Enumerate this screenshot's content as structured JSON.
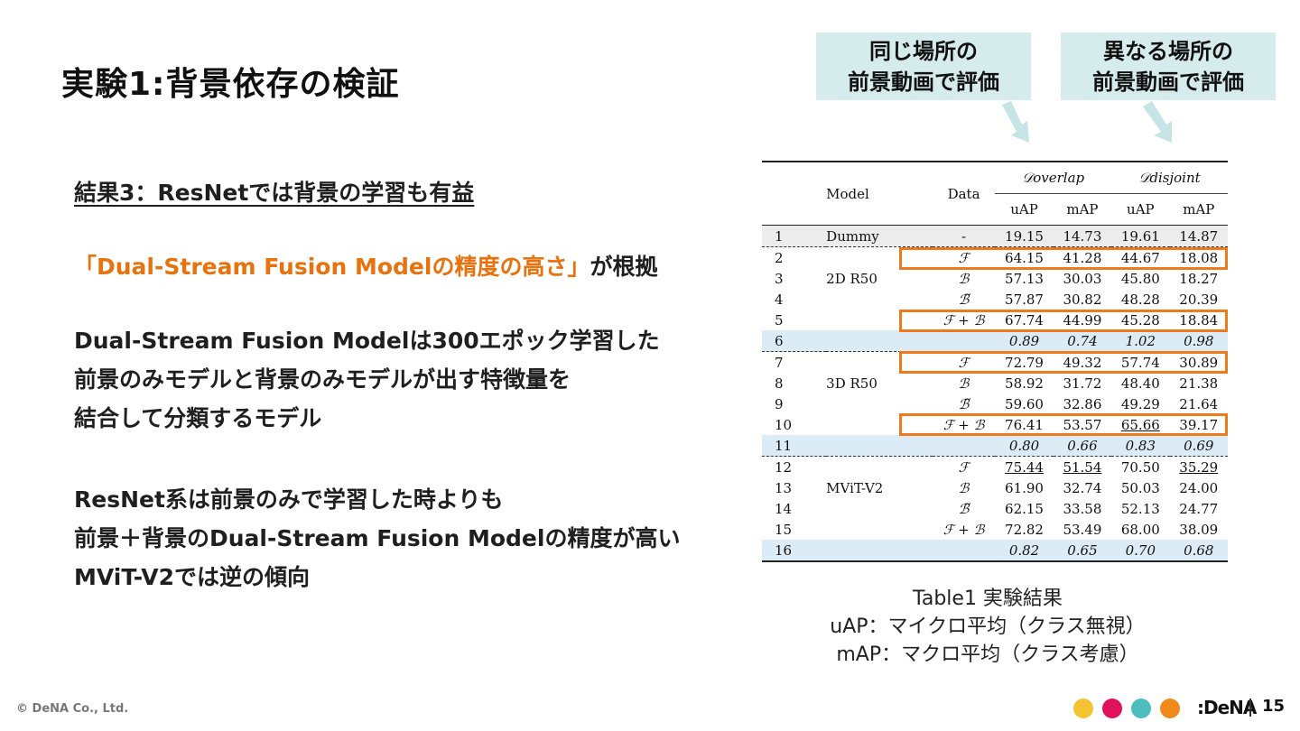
{
  "title": "実験1:背景依存の検証",
  "callouts": [
    {
      "line1": "同じ場所の",
      "line2": "前景動画で評価"
    },
    {
      "line1": "異なる場所の",
      "line2": "前景動画で評価"
    }
  ],
  "body": {
    "heading": "結果3：ResNetでは背景の学習も有益",
    "claim_orange": "「Dual-Stream Fusion Modelの精度の高さ」",
    "claim_rest": "が根拠",
    "para1": [
      "Dual-Stream Fusion Modelは300エポック学習した",
      "前景のみモデルと背景のみモデルが出す特徴量を",
      "結合して分類するモデル"
    ],
    "para2": [
      "ResNet系は前景のみで学習した時よりも",
      "前景＋背景のDual-Stream Fusion Modelの精度が高い",
      "MViT-V2では逆の傾向"
    ]
  },
  "table": {
    "headers": {
      "model": "Model",
      "data": "Data",
      "group1": "𝒟overlap",
      "group2": "𝒟disjoint",
      "uap": "uAP",
      "map": "mAP"
    },
    "rows": [
      {
        "idx": "1",
        "model": "Dummy",
        "data": "-",
        "v": [
          "19.15",
          "14.73",
          "19.61",
          "14.87"
        ]
      },
      {
        "idx": "2",
        "model": "",
        "data": "ℱ",
        "v": [
          "64.15",
          "41.28",
          "44.67",
          "18.08"
        ]
      },
      {
        "idx": "3",
        "model": "2D R50",
        "data": "ℬ",
        "v": [
          "57.13",
          "30.03",
          "45.80",
          "18.27"
        ]
      },
      {
        "idx": "4",
        "model": "",
        "data": "ℬ̃",
        "v": [
          "57.87",
          "30.82",
          "48.28",
          "20.39"
        ]
      },
      {
        "idx": "5",
        "model": "",
        "data": "ℱ + ℬ",
        "v": [
          "67.74",
          "44.99",
          "45.28",
          "18.84"
        ]
      },
      {
        "idx": "6",
        "model": "",
        "data": "",
        "v": [
          "0.89",
          "0.74",
          "1.02",
          "0.98"
        ]
      },
      {
        "idx": "7",
        "model": "",
        "data": "ℱ",
        "v": [
          "72.79",
          "49.32",
          "57.74",
          "30.89"
        ]
      },
      {
        "idx": "8",
        "model": "3D R50",
        "data": "ℬ",
        "v": [
          "58.92",
          "31.72",
          "48.40",
          "21.38"
        ]
      },
      {
        "idx": "9",
        "model": "",
        "data": "ℬ̃",
        "v": [
          "59.60",
          "32.86",
          "49.29",
          "21.64"
        ]
      },
      {
        "idx": "10",
        "model": "",
        "data": "ℱ + ℬ",
        "v": [
          "76.41",
          "53.57",
          "65.66",
          "39.17"
        ]
      },
      {
        "idx": "11",
        "model": "",
        "data": "",
        "v": [
          "0.80",
          "0.66",
          "0.83",
          "0.69"
        ]
      },
      {
        "idx": "12",
        "model": "",
        "data": "ℱ",
        "v": [
          "75.44",
          "51.54",
          "70.50",
          "35.29"
        ]
      },
      {
        "idx": "13",
        "model": "MViT-V2",
        "data": "ℬ",
        "v": [
          "61.90",
          "32.74",
          "50.03",
          "24.00"
        ]
      },
      {
        "idx": "14",
        "model": "",
        "data": "ℬ̃",
        "v": [
          "62.15",
          "33.58",
          "52.13",
          "24.77"
        ]
      },
      {
        "idx": "15",
        "model": "",
        "data": "ℱ + ℬ",
        "v": [
          "72.82",
          "53.49",
          "68.00",
          "38.09"
        ]
      },
      {
        "idx": "16",
        "model": "",
        "data": "",
        "v": [
          "0.82",
          "0.65",
          "0.70",
          "0.68"
        ]
      }
    ]
  },
  "caption": [
    "Table1 実験結果",
    "uAP：マイクロ平均（クラス無視）",
    "mAP：マクロ平均（クラス考慮）"
  ],
  "footer": {
    "copyright": "© DeNA Co., Ltd.",
    "logo": ":DeNA",
    "page": "15"
  },
  "colors": {
    "accent_orange": "#e8730e",
    "callout_bg": "#d6ebec",
    "row_blue": "#dcecf6",
    "dots": [
      "#f5c233",
      "#e0125e",
      "#4dbdbd",
      "#f08a1c"
    ]
  }
}
